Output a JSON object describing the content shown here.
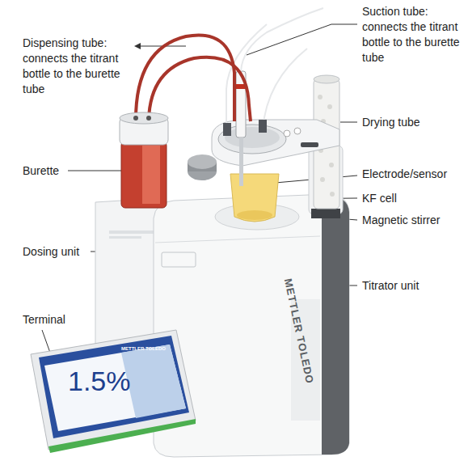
{
  "diagram": {
    "labels": [
      "Dispensing tube: connects the titrant bottle to the burette tube",
      "Suction tube: connects the titrant bottle to the burette tube",
      "Drying tube",
      "Burette",
      "Electrode/sensor",
      "KF cell",
      "Magnetic stirrer",
      "Dosing unit",
      "Titrator unit",
      "Terminal",
      "METTLER TOLEDO",
      "1.5%",
      "METTLER TOLEDO"
    ]
  }
}
